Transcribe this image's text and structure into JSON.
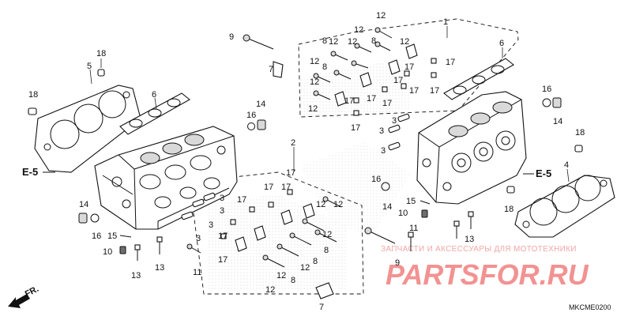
{
  "diagram": {
    "callouts": [
      {
        "id": "c12a",
        "label": "12"
      },
      {
        "id": "c1",
        "label": "1"
      },
      {
        "id": "c9a",
        "label": "9"
      },
      {
        "id": "c12b",
        "label": "12"
      },
      {
        "id": "c8a",
        "label": "8"
      },
      {
        "id": "c12c",
        "label": "12"
      },
      {
        "id": "c8b",
        "label": "8"
      },
      {
        "id": "c12d",
        "label": "12"
      },
      {
        "id": "c12e",
        "label": "12"
      },
      {
        "id": "c6a",
        "label": "6"
      },
      {
        "id": "c18a",
        "label": "18"
      },
      {
        "id": "c7a",
        "label": "7"
      },
      {
        "id": "c17a",
        "label": "17"
      },
      {
        "id": "c12f",
        "label": "12"
      },
      {
        "id": "c8c",
        "label": "8"
      },
      {
        "id": "c17b",
        "label": "17"
      },
      {
        "id": "c5a",
        "label": "5"
      },
      {
        "id": "c12g",
        "label": "12"
      },
      {
        "id": "c17c",
        "label": "17"
      },
      {
        "id": "c17d",
        "label": "17"
      },
      {
        "id": "c17e",
        "label": "17"
      },
      {
        "id": "c17f",
        "label": "17"
      },
      {
        "id": "c16a",
        "label": "16"
      },
      {
        "id": "c14a",
        "label": "14"
      },
      {
        "id": "c18b",
        "label": "18"
      },
      {
        "id": "c6b",
        "label": "6"
      },
      {
        "id": "c14b",
        "label": "14"
      },
      {
        "id": "c12h",
        "label": "12"
      },
      {
        "id": "c17g",
        "label": "17"
      },
      {
        "id": "c17h",
        "label": "17"
      },
      {
        "id": "c16b",
        "label": "16"
      },
      {
        "id": "c3a",
        "label": "3"
      },
      {
        "id": "c3b",
        "label": "3"
      },
      {
        "id": "c18c",
        "label": "18"
      },
      {
        "id": "c2a",
        "label": "2"
      },
      {
        "id": "c3c",
        "label": "3"
      },
      {
        "id": "c4a",
        "label": "4"
      },
      {
        "id": "c17i",
        "label": "17"
      },
      {
        "id": "c16c",
        "label": "16"
      },
      {
        "id": "c17j",
        "label": "17"
      },
      {
        "id": "c3d",
        "label": "3"
      },
      {
        "id": "c14c",
        "label": "14"
      },
      {
        "id": "c15a",
        "label": "15"
      },
      {
        "id": "c17k",
        "label": "17"
      },
      {
        "id": "c17l",
        "label": "17"
      },
      {
        "id": "c12i",
        "label": "12"
      },
      {
        "id": "c14d",
        "label": "14"
      },
      {
        "id": "c3e",
        "label": "3"
      },
      {
        "id": "c10a",
        "label": "10"
      },
      {
        "id": "c18d",
        "label": "18"
      },
      {
        "id": "c3f",
        "label": "3"
      },
      {
        "id": "c17m",
        "label": "17"
      },
      {
        "id": "c12j",
        "label": "12"
      },
      {
        "id": "c3g",
        "label": "3"
      },
      {
        "id": "c11a",
        "label": "11"
      },
      {
        "id": "c16d",
        "label": "16"
      },
      {
        "id": "c15b",
        "label": "15"
      },
      {
        "id": "c12k",
        "label": "12"
      },
      {
        "id": "c8d",
        "label": "8"
      },
      {
        "id": "c13a",
        "label": "13"
      },
      {
        "id": "c17n",
        "label": "17"
      },
      {
        "id": "c10b",
        "label": "10"
      },
      {
        "id": "c9b",
        "label": "9"
      },
      {
        "id": "c17o",
        "label": "17"
      },
      {
        "id": "c12l",
        "label": "12"
      },
      {
        "id": "c8e",
        "label": "8"
      },
      {
        "id": "c11b",
        "label": "11"
      },
      {
        "id": "c13b",
        "label": "13"
      },
      {
        "id": "c13c",
        "label": "13"
      },
      {
        "id": "c12m",
        "label": "12"
      },
      {
        "id": "c8f",
        "label": "8"
      },
      {
        "id": "c12n",
        "label": "12"
      },
      {
        "id": "c7b",
        "label": "7"
      }
    ],
    "references": [
      {
        "id": "e5left",
        "label": "E-5"
      },
      {
        "id": "e5right",
        "label": "E-5"
      }
    ],
    "front_marker": "FR.",
    "diagram_code": "MKCME0200"
  },
  "watermark": {
    "caption": "ЗАПЧАСТИ И АКСЕССУАРЫ ДЛЯ МОТОТЕХНИКИ",
    "brand": "PARTSFOR.RU"
  },
  "colors": {
    "line": "#111111",
    "watermark": "#f08080",
    "background": "#ffffff"
  }
}
